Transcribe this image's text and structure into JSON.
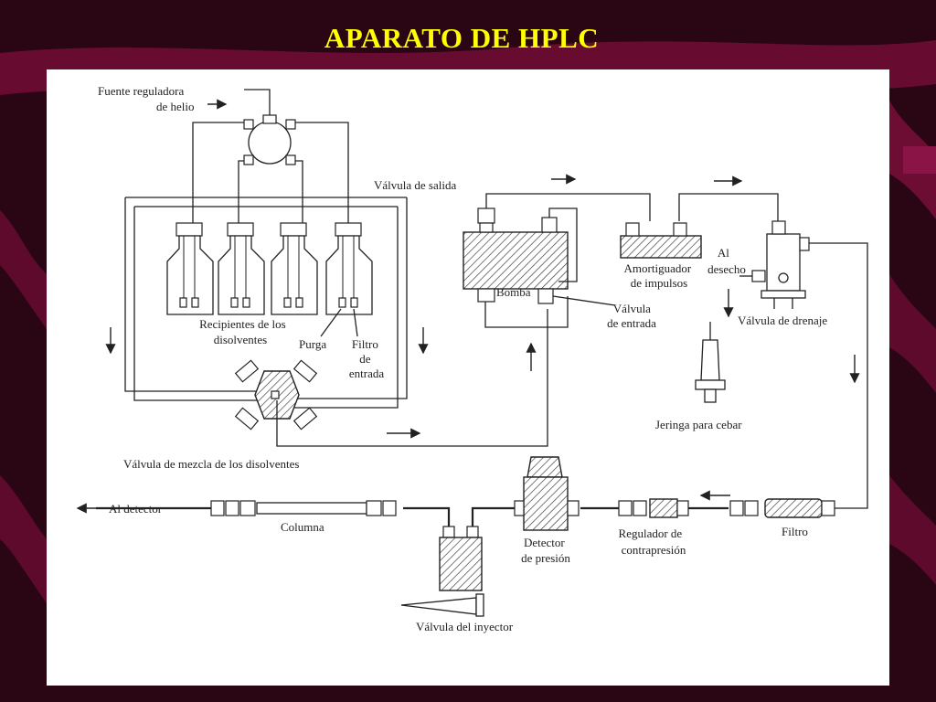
{
  "slide": {
    "title": "APARATO DE HPLC",
    "background_color": "#2a0615",
    "wave_color": "#6e0d33",
    "title_color": "#ffff00"
  },
  "diagram": {
    "labels": {
      "helium": [
        "Fuente reguladora",
        "de helio"
      ],
      "solvents": [
        "Recipientes de los",
        "disolventes"
      ],
      "purge": "Purga",
      "inlet_filter": [
        "Filtro",
        "de",
        "entrada"
      ],
      "mixing_valve": "Válvula de mezcla de los disolventes",
      "outlet_valve": "Válvula de salida",
      "pump": "Bomba",
      "inlet_valve": [
        "Válvula",
        "de entrada"
      ],
      "damper": [
        "Amortiguador",
        "de impulsos"
      ],
      "waste": [
        "Al",
        "desecho"
      ],
      "drain_valve": "Válvula de drenaje",
      "syringe": "Jeringa para cebar",
      "to_detector": "Al detector",
      "column": "Columna",
      "pressure_detector": [
        "Detector",
        "de presión"
      ],
      "back_pressure": [
        "Regulador de",
        "contrapresión"
      ],
      "filter": "Filtro",
      "injector": "Válvula del inyector"
    }
  }
}
